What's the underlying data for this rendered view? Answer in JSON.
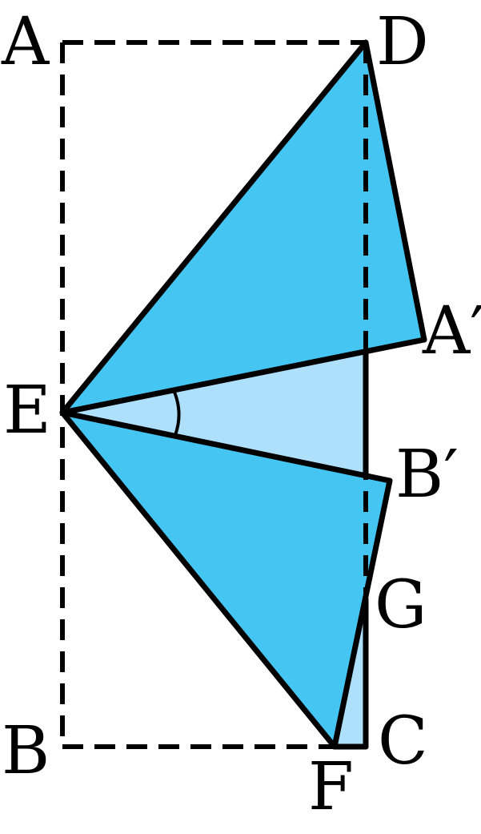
{
  "diagram": {
    "labels": {
      "A": "A",
      "D": "D",
      "A_prime": "A′",
      "E": "E",
      "B_prime": "B′",
      "G": "G",
      "B": "B",
      "C": "C",
      "F": "F"
    },
    "colors": {
      "dark_fill": "#45c5f2",
      "light_fill": "#aee0fb",
      "stroke": "#000000",
      "background": "#ffffff"
    }
  }
}
